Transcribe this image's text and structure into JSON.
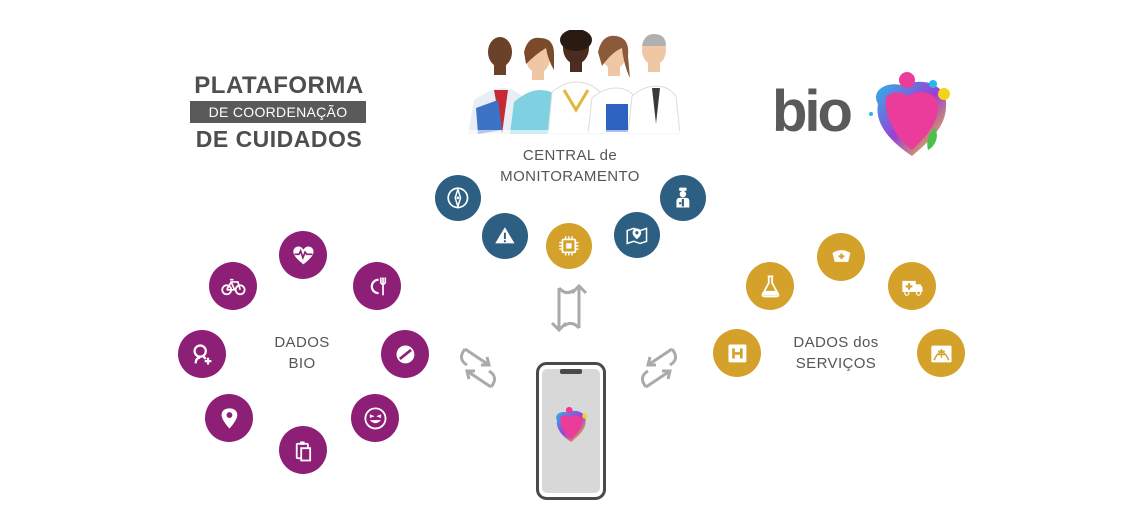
{
  "title": {
    "line1": "PLATAFORMA",
    "band": "DE COORDENAÇÃO",
    "line3": "DE CUIDADOS"
  },
  "brand": {
    "text": "bio"
  },
  "central": {
    "line1": "CENTRAL de",
    "line2": "MONITORAMENTO",
    "icons": [
      "compass-icon",
      "warning-icon",
      "chip-icon",
      "map-pin-icon",
      "doctor-icon"
    ]
  },
  "bio_data": {
    "line1": "DADOS",
    "line2": "BIO",
    "icons": [
      "heart-rate-icon",
      "bicycle-icon",
      "meal-icon",
      "search-add-icon",
      "pill-icon",
      "location-icon",
      "smiley-icon",
      "clipboard-icon"
    ]
  },
  "services_data": {
    "line1": "DADOS dos",
    "line2": "SERVIÇOS",
    "icons": [
      "nurse-cap-icon",
      "flask-icon",
      "ambulance-icon",
      "hospital-icon",
      "xray-icon"
    ]
  },
  "colors": {
    "bio": "#8e1f76",
    "central": "#2d5f82",
    "services": "#d4a22a",
    "text": "#4e4e4e",
    "arrows": "#aaaaaa"
  }
}
